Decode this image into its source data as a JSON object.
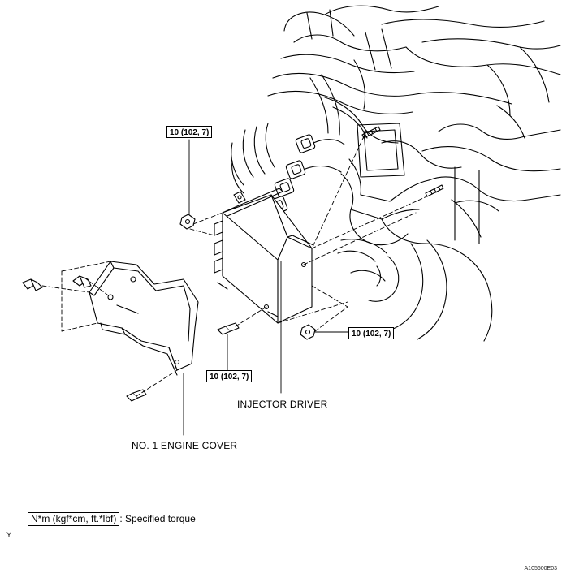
{
  "torque_labels": {
    "top_left": "10 (102, 7)",
    "right_nut": "10 (102, 7)",
    "bottom_bolt": "10 (102, 7)"
  },
  "callouts": {
    "injector_driver": "INJECTOR DRIVER",
    "engine_cover": "NO. 1 ENGINE COVER"
  },
  "legend": {
    "unit_box": "N*m (kgf*cm, ft.*lbf)",
    "description": ": Specified torque"
  },
  "corner_mark": "Y",
  "reference_code": "A105600E03"
}
